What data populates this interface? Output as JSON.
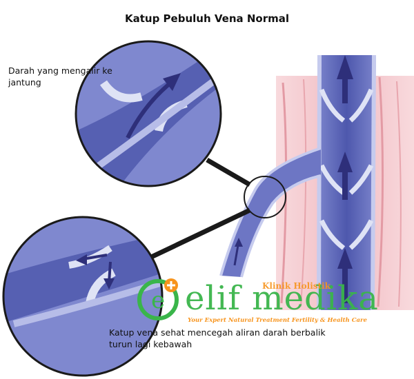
{
  "title": "Katup Pebuluh Vena Normal",
  "labels": {
    "flow": "Darah yang mengalir ke jantung",
    "valve": "Katup vena sehat mencegah aliran darah berbalik turun lagi kebawah"
  },
  "watermark": {
    "brand": "elif medika",
    "subtitle": "Klinik Holistik",
    "tagline": "Your Expert Natural Treatment Fertility & Health Care",
    "colors": {
      "brand": "#3ab54a",
      "accent": "#f7941d"
    }
  },
  "colors": {
    "vein": "#5a64b8",
    "vein_light": "#b7bde8",
    "valve": "#dfe3f5",
    "tissue": "#f2b9c0",
    "arrow": "#2e2f7a",
    "outline": "#1a1a1a"
  }
}
